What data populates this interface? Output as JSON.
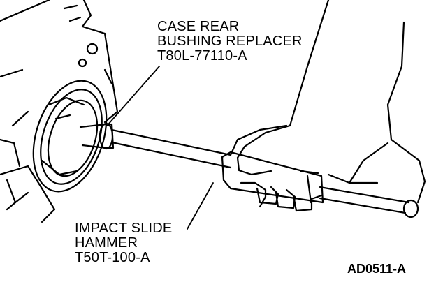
{
  "callouts": {
    "replacer": {
      "line1": "CASE REAR",
      "line2": "BUSHING REPLACER",
      "line3": "T80L-77110-A"
    },
    "hammer": {
      "line1": "IMPACT SLIDE",
      "line2": "HAMMER",
      "line3": "T50T-100-A"
    }
  },
  "figure_code": "AD0511-A"
}
